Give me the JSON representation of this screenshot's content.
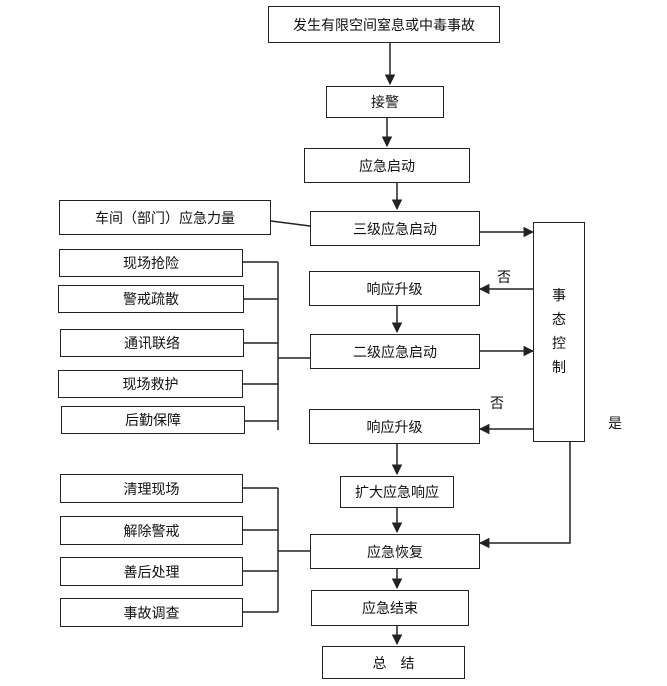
{
  "main_flow": {
    "incident": "发生有限空间窒息或中毒事故",
    "alarm": "接警",
    "emergency_start": "应急启动",
    "level3_start": "三级应急启动",
    "upgrade_1": "响应升级",
    "level2_start": "二级应急启动",
    "upgrade_2": "响应升级",
    "expand_response": "扩大应急响应",
    "recovery": "应急恢复",
    "end": "应急结束",
    "summary": "总　结"
  },
  "workshop_force": "车间（部门）应急力量",
  "response_actions": [
    "现场抢险",
    "警戒疏散",
    "通讯联络",
    "现场救护",
    "后勤保障"
  ],
  "recovery_actions": [
    "清理现场",
    "解除警戒",
    "善后处理",
    "事故调查"
  ],
  "control_box": [
    "事",
    "态",
    "控",
    "制"
  ],
  "labels": {
    "no_1": "否",
    "no_2": "否",
    "yes": "是"
  }
}
